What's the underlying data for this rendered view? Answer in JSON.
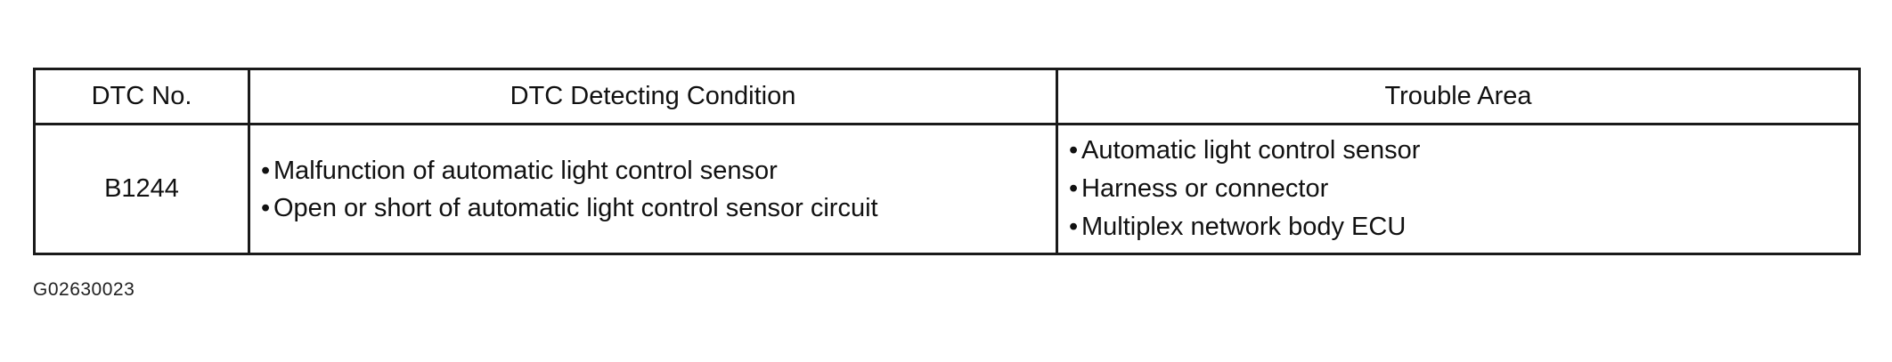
{
  "table": {
    "headers": {
      "dtc_no": "DTC No.",
      "condition": "DTC Detecting Condition",
      "trouble_area": "Trouble Area"
    },
    "rows": [
      {
        "code": "B1244",
        "conditions": [
          "Malfunction of automatic light control sensor",
          "Open or short of automatic light control sensor circuit"
        ],
        "trouble_areas": [
          "Automatic light control sensor",
          "Harness or connector",
          "Multiplex network body ECU"
        ]
      }
    ]
  },
  "bullet_symbol": "•",
  "figure_id": "G02630023"
}
